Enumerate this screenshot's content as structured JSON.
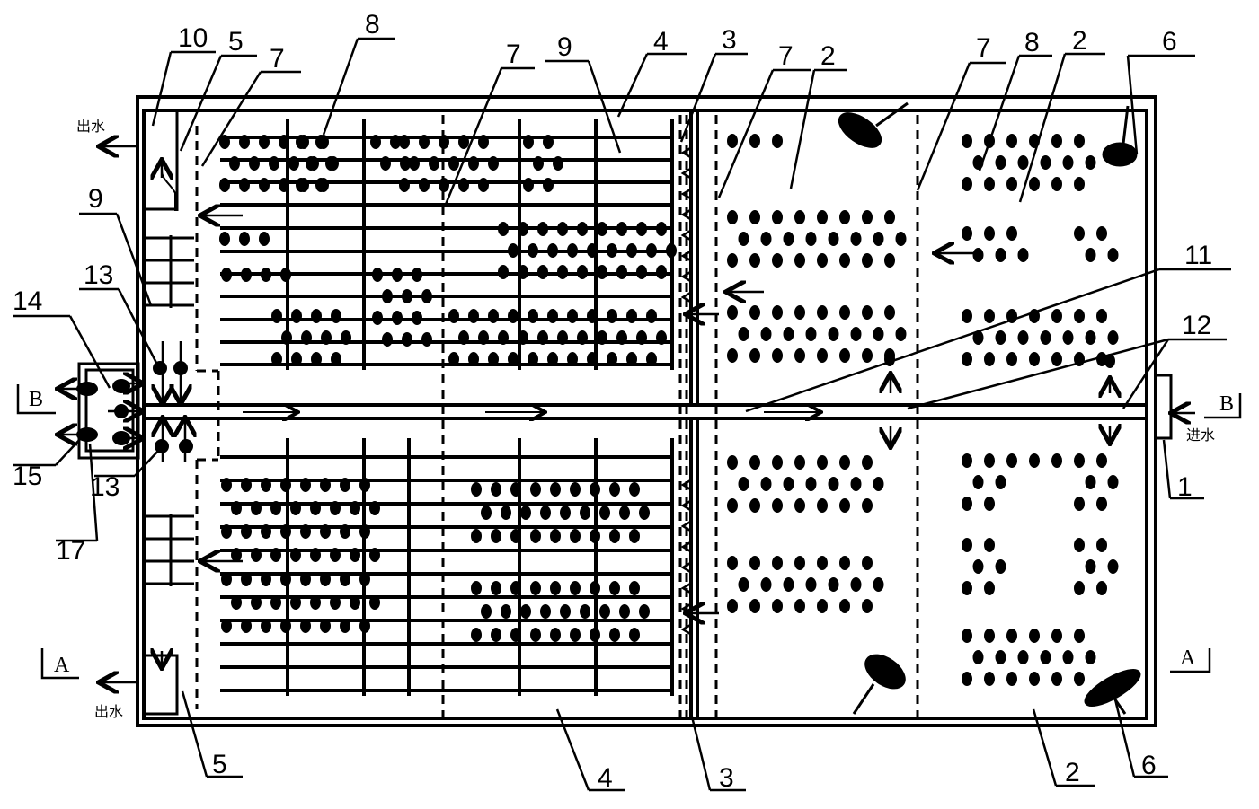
{
  "labels": {
    "n1": "1",
    "n2a": "2",
    "n2b": "2",
    "n2c": "2",
    "n3a": "3",
    "n3b": "3",
    "n4a": "4",
    "n4b": "4",
    "n5a": "5",
    "n5b": "5",
    "n6a": "6",
    "n6b": "6",
    "n7a": "7",
    "n7b": "7",
    "n7c": "7",
    "n7d": "7",
    "n8a": "8",
    "n8b": "8",
    "n9a": "9",
    "n9b": "9",
    "n10": "10",
    "n11": "11",
    "n12": "12",
    "n13a": "13",
    "n13b": "13",
    "n14": "14",
    "n15": "15",
    "n17": "17"
  },
  "section_marks": {
    "A_left": "A",
    "A_right": "A",
    "B_left": "B",
    "B_right": "B"
  },
  "flow_text": {
    "outlet_top": "出水",
    "outlet_bottom": "出水",
    "inlet": "进水"
  },
  "colors": {
    "ink": "#000000",
    "paper": "#ffffff"
  }
}
